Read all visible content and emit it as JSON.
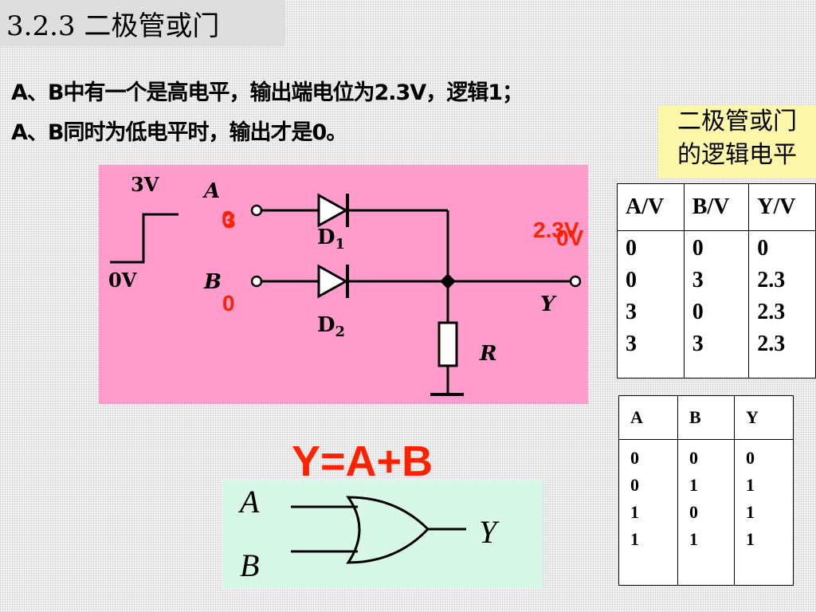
{
  "title": "3.2.3 二极管或门",
  "description": {
    "line1": "A、B中有一个是高电平，输出端电位为2.3V，逻辑1；",
    "line2": "A、B同时为低电平时，输出才是0。"
  },
  "note": {
    "line1": "二极管或门",
    "line2": "的逻辑电平"
  },
  "circuit": {
    "input_high": "3V",
    "input_low": "0V",
    "input_a_label": "A",
    "input_b_label": "B",
    "diode1": "D",
    "diode1_sub": "1",
    "diode2": "D",
    "diode2_sub": "2",
    "output_label": "Y",
    "resistor_label": "R",
    "value_a_1": "0",
    "value_a_2": "3",
    "value_b": "0",
    "output_value_1": "2.3V",
    "output_value_2": "0V"
  },
  "voltage_table": {
    "headers": [
      "A/V",
      "B/V",
      "Y/V"
    ],
    "columns": [
      [
        "0",
        "0",
        "3",
        "3"
      ],
      [
        "0",
        "3",
        "0",
        "3"
      ],
      [
        "0",
        "2.3",
        "2.3",
        "2.3"
      ]
    ]
  },
  "logic_table": {
    "headers": [
      "A",
      "B",
      "Y"
    ],
    "columns": [
      [
        "0",
        "0",
        "1",
        "1"
      ],
      [
        "0",
        "1",
        "0",
        "1"
      ],
      [
        "0",
        "1",
        "1",
        "1"
      ]
    ]
  },
  "equation": "Y=A+B",
  "gate": {
    "input_a": "A",
    "input_b": "B",
    "output": "Y"
  },
  "colors": {
    "circuit_background": "#ff9ccb",
    "note_background": "#fdf7a9",
    "gate_background": "#d7f7e7",
    "highlight": "#ff2200"
  }
}
